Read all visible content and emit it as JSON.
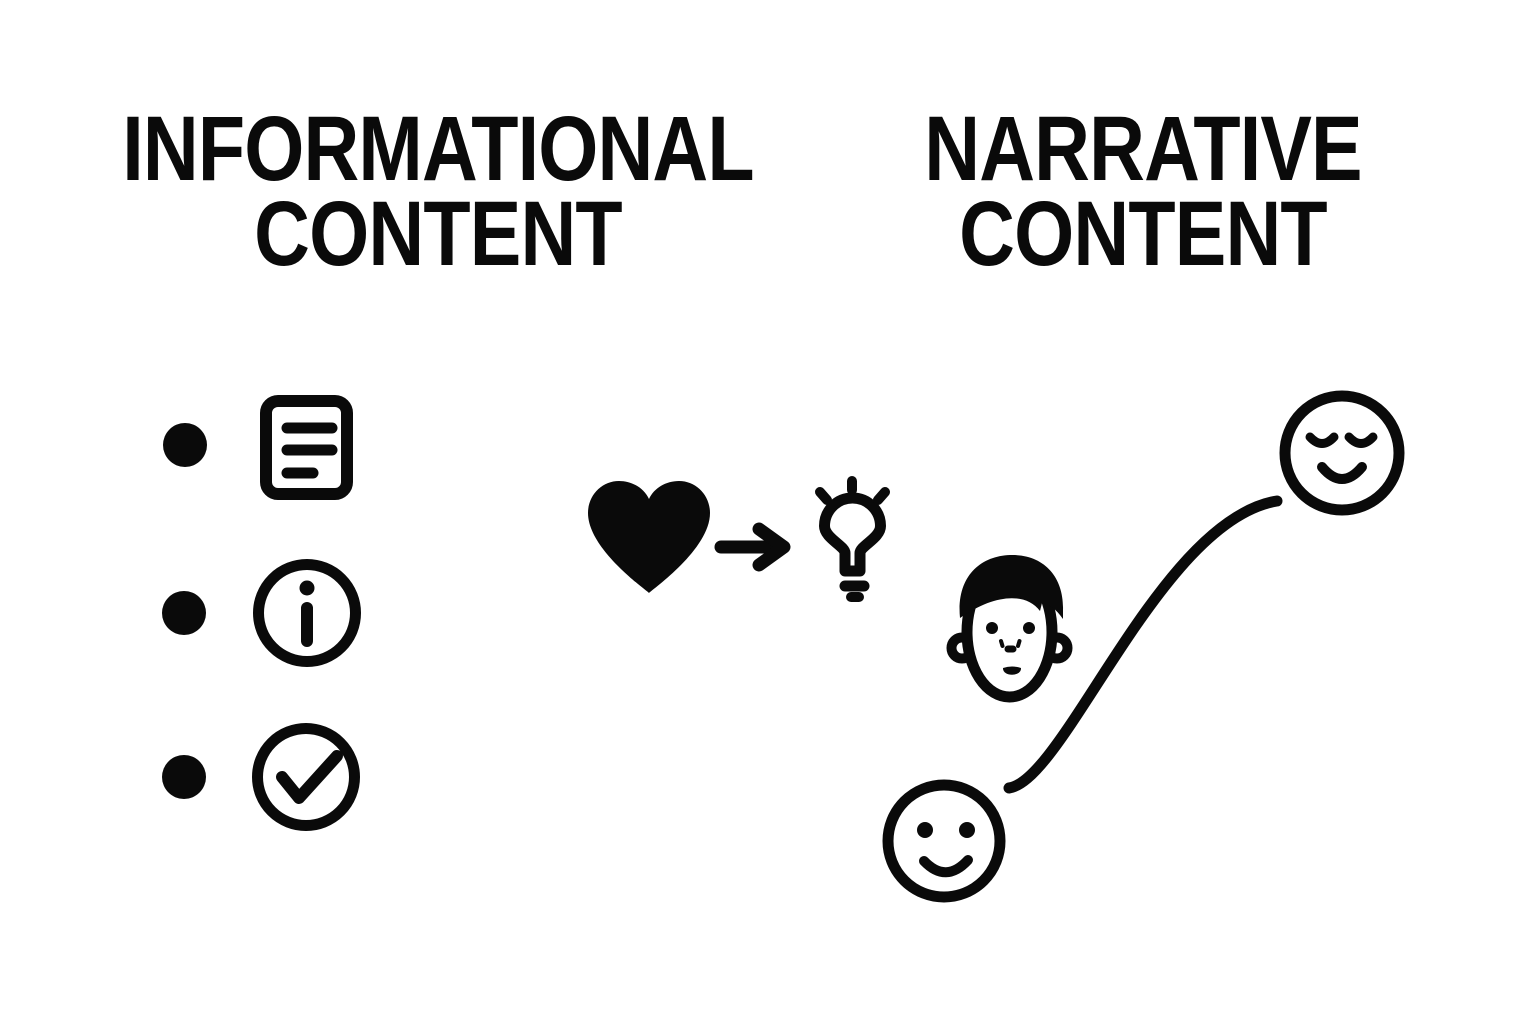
{
  "page": {
    "background_color": "#ffffff",
    "ink_color": "#0a0a0a",
    "kind": "comparison illustration"
  },
  "headings": {
    "left": {
      "line1": "INFORMATIONAL",
      "line2": "CONTENT"
    },
    "right": {
      "line1": "NARRATIVE",
      "line2": "CONTENT"
    }
  },
  "informational_column": {
    "list_items": [
      {
        "bullet": "filled-dot",
        "icon": "document-icon"
      },
      {
        "bullet": "filled-dot",
        "icon": "info-circle-icon"
      },
      {
        "bullet": "filled-dot",
        "icon": "check-circle-icon"
      }
    ]
  },
  "center_group": {
    "icons": [
      "heart-icon",
      "arrow-right-icon",
      "lightbulb-icon"
    ]
  },
  "narrative_column": {
    "icons": [
      "man-face-icon",
      "smiley-face-icon",
      "relieved-face-icon"
    ],
    "connector": "s-curve-line"
  }
}
